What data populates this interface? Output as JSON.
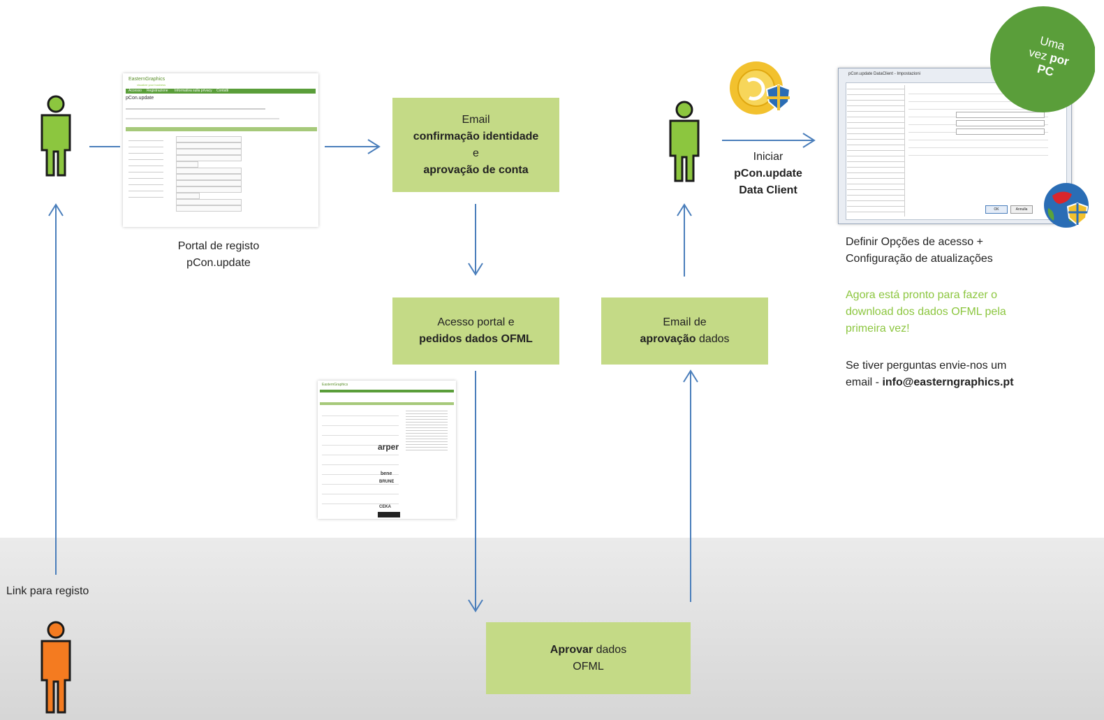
{
  "registration": {
    "caption_line1": "Portal de registo",
    "caption_line2": "pCon.update",
    "screenshot": {
      "brand": "EasternGraphics",
      "tagline": "visualize your business",
      "nav": [
        "Accesso",
        "Registrazione",
        "Informativa sulla privacy",
        "Contatti"
      ],
      "heading": "pCon.update"
    }
  },
  "link_label": "Link para registo",
  "box_email_confirm": {
    "line1": "Email",
    "line2": "confirmação identidade",
    "line3": "e",
    "line4": "aprovação de conta"
  },
  "box_portal_access": {
    "line1": "Acesso portal e",
    "line2": "pedidos dados OFML"
  },
  "box_email_approval": {
    "line1": "Email de",
    "line2_bold": "aprovação",
    "line2_rest": " dados"
  },
  "box_approve": {
    "line1_bold": "Aprovar",
    "line1_rest": " dados",
    "line2": "OFML"
  },
  "start_client": {
    "line1": "Iniciar",
    "line2": "pCon.update",
    "line3": "Data Client"
  },
  "badge": {
    "line1": "Uma",
    "line2_a": "vez ",
    "line2_b": "por",
    "line3": "PC"
  },
  "settings_window": {
    "title": "pCon.update DataClient - Impostazioni",
    "ok": "OK",
    "cancel": "Annulla"
  },
  "right_text": {
    "options_line1": "Definir Opções de acesso +",
    "options_line2": "Configuração de atualizações",
    "ready_line1": "Agora está pronto para fazer o",
    "ready_line2": "download dos dados OFML pela",
    "ready_line3": "primeira vez!",
    "contact_line1": "Se tiver perguntas envie-nos um",
    "contact_line2_prefix": "email - ",
    "contact_email": "info@easterngraphics.pt"
  },
  "colors": {
    "box_green": "#c4da86",
    "person_green": "#8cc63f",
    "person_orange": "#f47b20",
    "arrow_blue": "#4a7ebb",
    "badge_green": "#5a9e3a",
    "ready_text": "#8cc63f"
  },
  "icons": [
    "person-green-icon",
    "person-orange-icon",
    "update-client-icon",
    "globe-shield-icon"
  ]
}
